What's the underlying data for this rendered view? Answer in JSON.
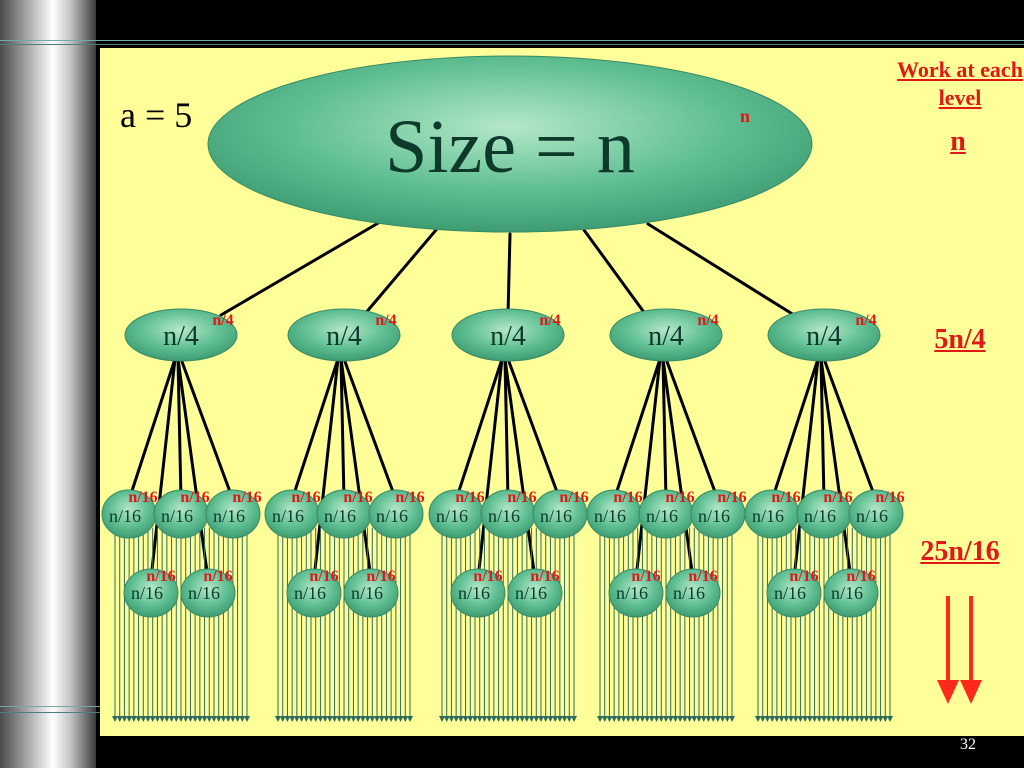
{
  "slide": {
    "a_label": "a = 5",
    "page_number": "32"
  },
  "work_column": {
    "header": "Work at each level",
    "levels": [
      "n",
      "5n/4",
      "25n/16"
    ]
  },
  "tree": {
    "root": {
      "label": "Size = n",
      "tag": "n"
    },
    "level1": {
      "label": "n/4",
      "tag": "n/4",
      "count": 5
    },
    "level2": {
      "label": "n/16",
      "tag": "n/16"
    }
  },
  "colors": {
    "background": "#ffff99",
    "node_fill": "#5fbf92",
    "accent_red": "#e01818",
    "arrow_red": "#ff2a1a",
    "line": "#000000",
    "leaf_green": "#2e6b5b"
  },
  "icons": {
    "down_arrows": "double-down-arrow-icon"
  }
}
